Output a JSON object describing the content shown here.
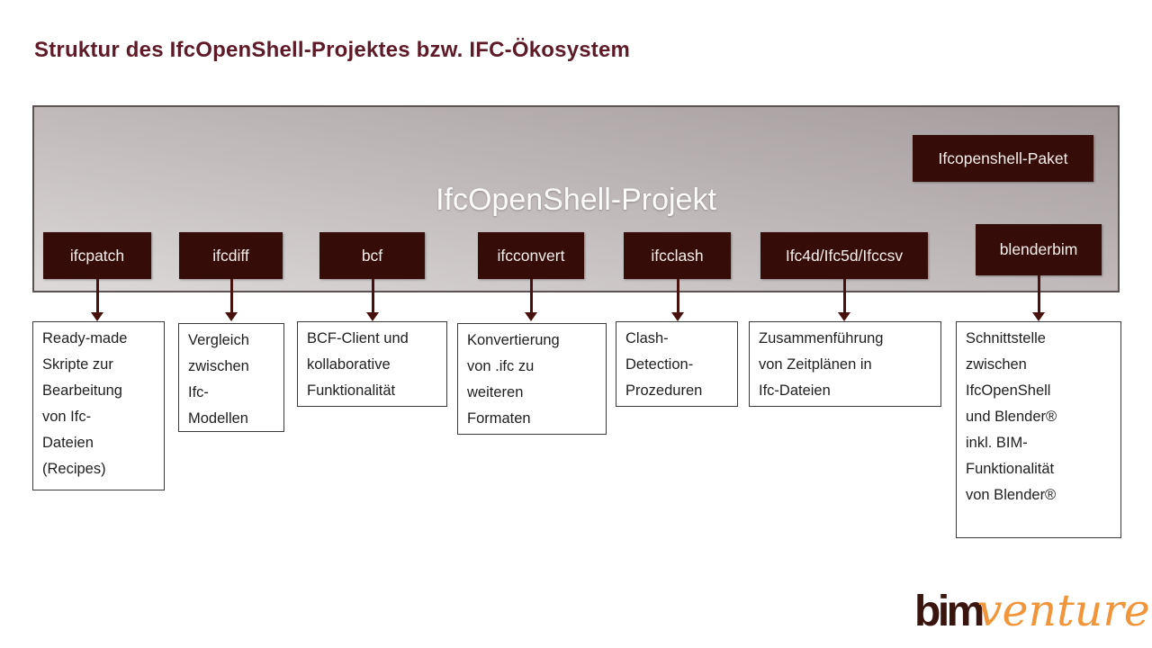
{
  "page": {
    "title": "Struktur des IfcOpenShell-Projektes bzw. IFC-Ökosystem"
  },
  "container": {
    "heading": "IfcOpenShell-Projekt",
    "package_label": "Ifcopenshell-Paket"
  },
  "modules": [
    {
      "label": "ifcpatch",
      "description": "Ready-made Skripte zur Bearbeitung von Ifc-Dateien (Recipes)"
    },
    {
      "label": "ifcdiff",
      "description": "Vergleich zwischen Ifc-Modellen"
    },
    {
      "label": "bcf",
      "description": "BCF-Client und kollaborative Funktionalität"
    },
    {
      "label": "ifcconvert",
      "description": "Konvertierung von .ifc zu weiteren Formaten"
    },
    {
      "label": "ifcclash",
      "description": "Clash-Detection-Prozeduren"
    },
    {
      "label": "Ifc4d/Ifc5d/Ifccsv",
      "description": "Zusammenführung von Zeitplänen in Ifc-Dateien"
    },
    {
      "label": "blenderbim",
      "description": "Schnittstelle zwischen IfcOpenShell und Blender® inkl. BIM-Funktionalität von Blender®"
    }
  ],
  "logo": {
    "part1": "bim",
    "part2": "venture"
  },
  "colors": {
    "title_text": "#5e1a26",
    "module_box": "#350c08",
    "module_text": "#f4eeea",
    "panel_gradient_dark": "#a49c9c",
    "panel_gradient_light": "#ddd9d9",
    "arrow": "#47110d",
    "logo_bim": "#3a140e",
    "logo_venture": "#f0953a"
  }
}
